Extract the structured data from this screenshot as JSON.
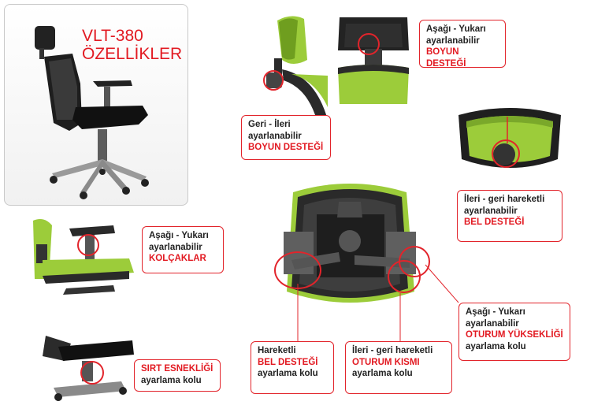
{
  "hero": {
    "title_line1": "VLT-380",
    "title_line2": "ÖZELLİKLER"
  },
  "callouts": {
    "neck_vertical": {
      "line1": "Aşağı - Yukarı",
      "line2": "ayarlanabilir",
      "highlight": "BOYUN DESTEĞİ"
    },
    "neck_depth": {
      "line1": "Geri - İleri",
      "line2": "ayarlanabilir",
      "highlight": "BOYUN DESTEĞİ"
    },
    "lumbar_depth": {
      "line1": "İleri - geri hareketli",
      "line2": "ayarlanabilir",
      "highlight": "BEL DESTEĞİ"
    },
    "armrests": {
      "line1": "Aşağı - Yukarı",
      "line2": "ayarlanabilir",
      "highlight": "KOLÇAKLAR"
    },
    "seat_height": {
      "line1": "Aşağı - Yukarı",
      "line2": "ayarlanabilir",
      "highlight": "OTURUM YÜKSEKLİĞİ",
      "line3": "ayarlama kolu"
    },
    "back_tension": {
      "highlight": "SIRT ESNEKLİĞİ",
      "line2": "ayarlama kolu"
    },
    "lumbar_lever": {
      "line1": "Hareketli",
      "highlight": "BEL DESTEĞİ",
      "line3": "ayarlama kolu"
    },
    "seat_slide": {
      "line1": "İleri - geri hareketli",
      "highlight": "OTURUM KISMI",
      "line3": "ayarlama kolu"
    }
  },
  "colors": {
    "accent": "#e21a22",
    "mesh_green": "#9ccc3a",
    "frame": "#2b2b2b"
  }
}
